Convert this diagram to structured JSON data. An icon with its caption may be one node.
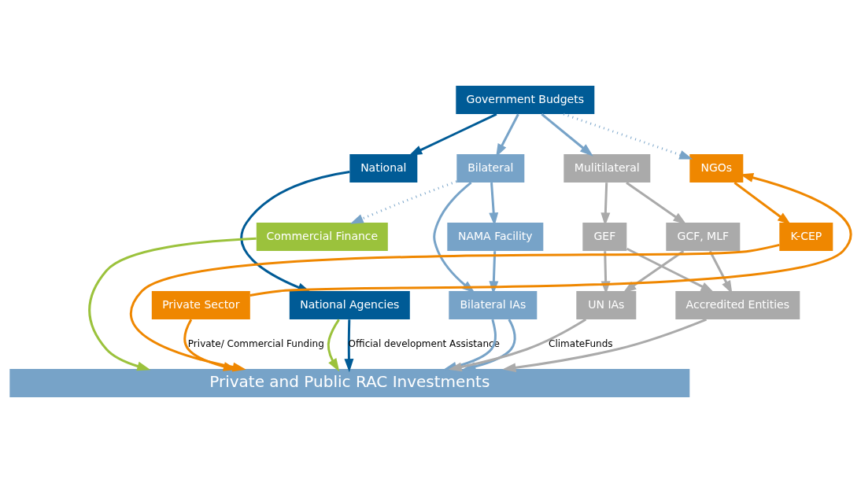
{
  "diagram": {
    "nodes": [
      {
        "text": [
          "Government Budgets"
        ]
      },
      {
        "text": [
          "National"
        ]
      },
      {
        "text": [
          "Bilateral"
        ]
      },
      {
        "text": [
          "Mulitilateral"
        ]
      },
      {
        "text": [
          "NGOs"
        ]
      },
      {
        "text": [
          "Commercial Finance"
        ]
      },
      {
        "text": [
          "NAMA Facility"
        ]
      },
      {
        "text": [
          "GEF"
        ]
      },
      {
        "text": [
          "GCF, MLF"
        ]
      },
      {
        "text": [
          "K-CEP"
        ]
      },
      {
        "text": [
          "Private Sector"
        ]
      },
      {
        "text": [
          "National Agencies"
        ]
      },
      {
        "text": [
          "Bilateral IAs"
        ]
      },
      {
        "text": [
          "UN IAs"
        ]
      },
      {
        "text": [
          "Accredited Entities"
        ]
      },
      {
        "text": [
          "Private and Public RAC Investments"
        ]
      }
    ],
    "edges": [
      {
        "from": 0,
        "to": 1,
        "arrow": "to",
        "color": "#005b96"
      },
      {
        "from": 0,
        "to": 2,
        "arrow": "to",
        "color": "#77a3c8"
      },
      {
        "from": 0,
        "to": 3,
        "arrow": "to",
        "color": "#77a3c8"
      },
      {
        "from": 0,
        "to": 4,
        "arrow": "to",
        "style": "dashed",
        "color": "#77a3c8"
      },
      {
        "from": 10,
        "to": 4,
        "arrow": "to",
        "color": "#ef8700"
      },
      {
        "from": 2,
        "to": 5,
        "arrow": "to",
        "style": "dashed",
        "color": "#77a3c8"
      },
      {
        "from": 1,
        "to": 11,
        "arrow": "to",
        "color": "#005b96"
      },
      {
        "from": 2,
        "to": 6,
        "arrow": "to",
        "color": "#77a3c8"
      },
      {
        "from": 2,
        "to": 12,
        "arrow": "to",
        "color": "#77a3c8"
      },
      {
        "from": 6,
        "to": 12,
        "arrow": "to",
        "color": "#77a3c8"
      },
      {
        "from": 3,
        "to": 7,
        "arrow": "to",
        "color": "#aaaaaa"
      },
      {
        "from": 3,
        "to": 8,
        "arrow": "to",
        "color": "#aaaaaa"
      },
      {
        "from": 7,
        "to": 13,
        "arrow": "to",
        "color": "#aaaaaa"
      },
      {
        "from": 7,
        "to": 14,
        "arrow": "to",
        "color": "#aaaaaa"
      },
      {
        "from": 8,
        "to": 13,
        "arrow": "to",
        "color": "#aaaaaa"
      },
      {
        "from": 8,
        "to": 14,
        "arrow": "to",
        "color": "#aaaaaa"
      },
      {
        "from": 4,
        "to": 9,
        "arrow": "to",
        "color": "#ef8700"
      },
      {
        "from": 10,
        "to": 15,
        "arrow": "to",
        "label": "Private/ Commercial Funding",
        "color": "#ef8700"
      },
      {
        "from": 5,
        "to": 15,
        "arrow": "to",
        "color": "#9bc23c"
      },
      {
        "from": 11,
        "to": 15,
        "arrow": "to",
        "color": "#9bc23c"
      },
      {
        "from": 11,
        "to": 15,
        "arrow": "to",
        "label": "Official development Assistance",
        "color": "#005b96"
      },
      {
        "from": 12,
        "to": 15,
        "arrow": "to",
        "color": "#77a3c8"
      },
      {
        "from": 12,
        "to": 15,
        "arrow": "to",
        "color": "#77a3c8"
      },
      {
        "from": 13,
        "to": 15,
        "arrow": "to",
        "label": "ClimateFunds",
        "color": "#aaaaaa"
      },
      {
        "from": 14,
        "to": 15,
        "arrow": "to",
        "color": "#aaaaaa"
      },
      {
        "from": 9,
        "to": 15,
        "arrow": "to",
        "color": "#ef8700"
      }
    ]
  }
}
